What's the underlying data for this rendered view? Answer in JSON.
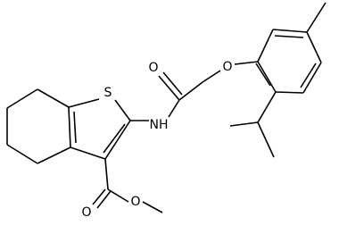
{
  "colors": {
    "background": "#ffffff",
    "bond": "#000000",
    "label": "#000000"
  },
  "atoms": {
    "sulfur": "S",
    "amide_nh": "NH",
    "amide_o": "O",
    "ether_o": "O",
    "ester_carbonyl_o": "O",
    "ester_o": "O"
  }
}
